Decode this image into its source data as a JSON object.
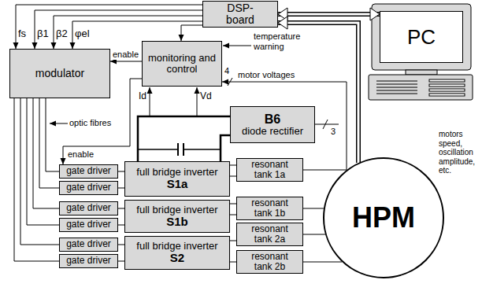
{
  "diagram": {
    "nodes": [
      {
        "text": [
          "DSP-board"
        ]
      },
      {
        "text": [
          "PC"
        ]
      },
      {
        "text": [
          "modulator"
        ]
      },
      {
        "text": [
          "monitoring and control"
        ]
      },
      {
        "text": [
          "B6",
          "diode rectifier"
        ]
      },
      {
        "text": [
          "gate driver"
        ]
      },
      {
        "text": [
          "gate driver"
        ]
      },
      {
        "text": [
          "gate driver"
        ]
      },
      {
        "text": [
          "gate driver"
        ]
      },
      {
        "text": [
          "gate driver"
        ]
      },
      {
        "text": [
          "gate driver"
        ]
      },
      {
        "text": [
          "full bridge inverter",
          "S1a"
        ]
      },
      {
        "text": [
          "full bridge inverter",
          "S1b"
        ]
      },
      {
        "text": [
          "full bridge inverter",
          "S2"
        ]
      },
      {
        "text": [
          "resonant tank 1a"
        ]
      },
      {
        "text": [
          "resonant tank 1b"
        ]
      },
      {
        "text": [
          "resonant tank 2a"
        ]
      },
      {
        "text": [
          "resonant tank 2b"
        ]
      },
      {
        "text": [
          "HPM"
        ]
      }
    ],
    "edges": [
      {
        "from": 0,
        "to": 1,
        "arrow": "both"
      },
      {
        "from": 18,
        "to": 0,
        "arrow": "to",
        "label": "motors speed, oscillation amplitude, etc."
      },
      {
        "from": 0,
        "to": 2,
        "arrow": "to",
        "label": "fs"
      },
      {
        "from": 0,
        "to": 2,
        "arrow": "to",
        "label": "β1"
      },
      {
        "from": 0,
        "to": 2,
        "arrow": "to",
        "label": "β2"
      },
      {
        "from": 0,
        "to": 2,
        "arrow": "to",
        "label": "φel"
      },
      {
        "from": 0,
        "to": 3,
        "arrow": "to"
      },
      {
        "from": 3,
        "to": 2,
        "arrow": "to",
        "label": "enable"
      },
      {
        "from": 18,
        "to": 3,
        "arrow": "to",
        "label": "motor voltages"
      },
      {
        "from": 3,
        "to": 5,
        "arrow": "to",
        "label": "enable"
      },
      {
        "from": 2,
        "to": 5,
        "arrow": "none"
      },
      {
        "from": 2,
        "to": 6,
        "arrow": "none"
      },
      {
        "from": 2,
        "to": 7,
        "arrow": "none"
      },
      {
        "from": 2,
        "to": 8,
        "arrow": "none"
      },
      {
        "from": 2,
        "to": 9,
        "arrow": "none"
      },
      {
        "from": 2,
        "to": 10,
        "arrow": "none"
      },
      {
        "from": 5,
        "to": 11,
        "arrow": "none"
      },
      {
        "from": 6,
        "to": 11,
        "arrow": "none"
      },
      {
        "from": 7,
        "to": 12,
        "arrow": "none"
      },
      {
        "from": 8,
        "to": 12,
        "arrow": "none"
      },
      {
        "from": 9,
        "to": 13,
        "arrow": "none"
      },
      {
        "from": 10,
        "to": 13,
        "arrow": "none"
      },
      {
        "from": 4,
        "to": 11,
        "arrow": "none"
      },
      {
        "from": 4,
        "to": 11,
        "arrow": "none"
      },
      {
        "from": 11,
        "to": 14,
        "arrow": "none"
      },
      {
        "from": 11,
        "to": 14,
        "arrow": "none"
      },
      {
        "from": 12,
        "to": 15,
        "arrow": "none"
      },
      {
        "from": 12,
        "to": 15,
        "arrow": "none"
      },
      {
        "from": 13,
        "to": 16,
        "arrow": "none"
      },
      {
        "from": 13,
        "to": 17,
        "arrow": "none"
      },
      {
        "from": 14,
        "to": 18,
        "arrow": "none"
      },
      {
        "from": 15,
        "to": 18,
        "arrow": "none"
      },
      {
        "from": 16,
        "to": 18,
        "arrow": "none"
      },
      {
        "from": 17,
        "to": 18,
        "arrow": "none"
      }
    ],
    "labels": [
      "temperature warning",
      "4",
      "Id",
      "Vd",
      "optic fibres",
      "3"
    ]
  }
}
